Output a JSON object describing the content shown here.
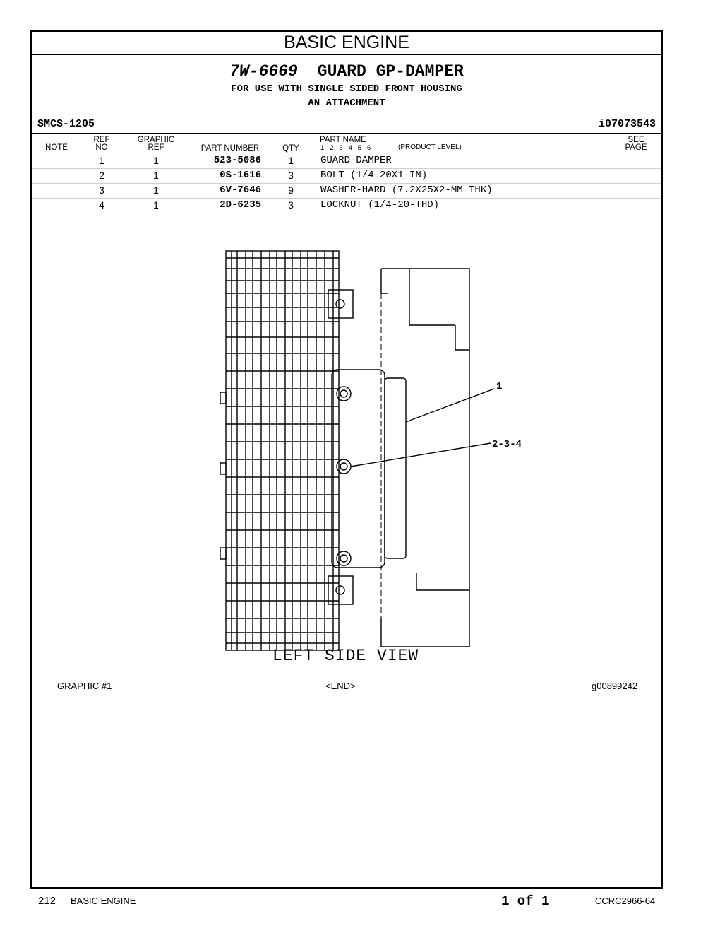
{
  "section_title": "BASIC ENGINE",
  "group": {
    "part_number": "7W-6669",
    "name": "GUARD GP-DAMPER",
    "note_line_1": "FOR USE WITH SINGLE SIDED FRONT HOUSING",
    "note_line_2": "AN ATTACHMENT"
  },
  "smcs": "SMCS-1205",
  "illustration_id": "i07073543",
  "columns": {
    "note": "NOTE",
    "ref_top": "REF",
    "ref_bottom": "NO",
    "graphic_top": "GRAPHIC",
    "graphic_bottom": "REF",
    "part_number": "PART NUMBER",
    "qty": "QTY",
    "part_name": "PART NAME",
    "levels": "1   2   3   4   5   6",
    "product_level": "(PRODUCT LEVEL)",
    "see_top": "SEE",
    "see_bottom": "PAGE"
  },
  "parts": [
    {
      "ref": "1",
      "graphic": "1",
      "part_number": "523-5086",
      "qty": "1",
      "name": "GUARD-DAMPER"
    },
    {
      "ref": "2",
      "graphic": "1",
      "part_number": "0S-1616",
      "qty": "3",
      "name": "BOLT (1/4-20X1-IN)"
    },
    {
      "ref": "3",
      "graphic": "1",
      "part_number": "6V-7646",
      "qty": "9",
      "name": "WASHER-HARD (7.2X25X2-MM THK)"
    },
    {
      "ref": "4",
      "graphic": "1",
      "part_number": "2D-6235",
      "qty": "3",
      "name": "LOCKNUT (1/4-20-THD)"
    }
  ],
  "drawing": {
    "callout_1": "1",
    "callout_2": "2-3-4",
    "caption": "LEFT SIDE VIEW"
  },
  "graphic_label": "GRAPHIC #1",
  "end_marker": "<END>",
  "graphic_id": "g00899242",
  "footer": {
    "page_number": "212",
    "section": "BASIC ENGINE",
    "page_of": "1 of 1",
    "doc_code": "CCRC2966-64"
  }
}
